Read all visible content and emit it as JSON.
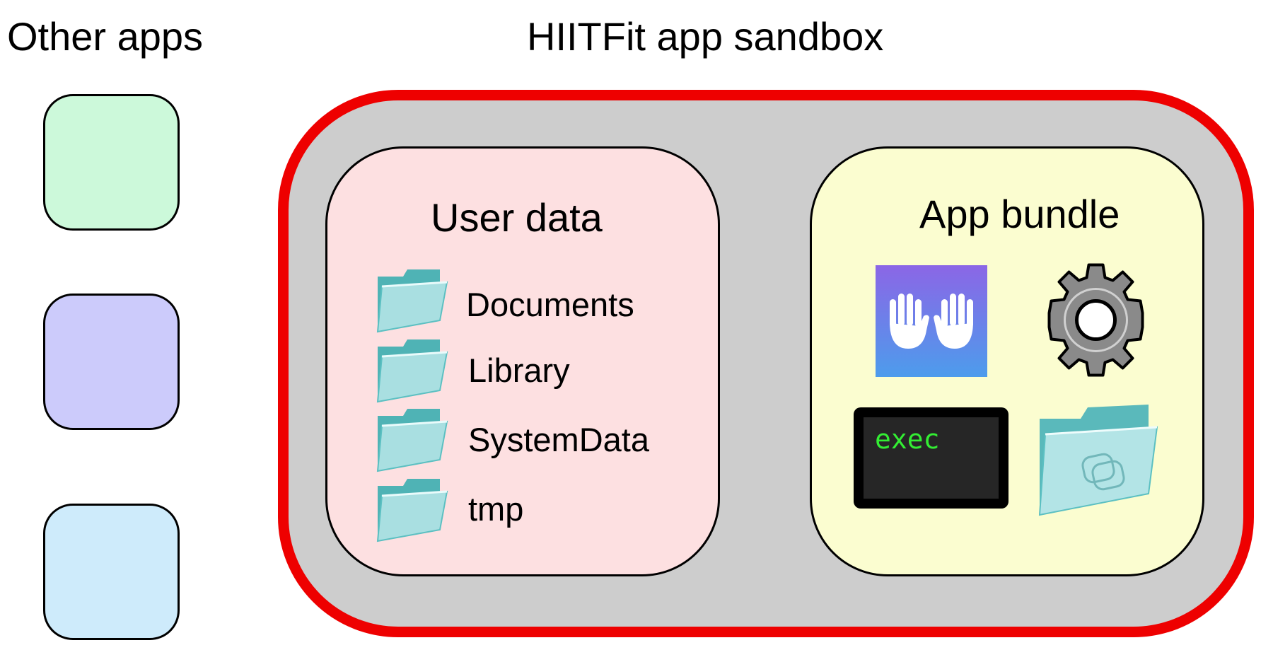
{
  "headings": {
    "other_apps": "Other apps",
    "sandbox": "HIITFit app sandbox"
  },
  "other_apps": [
    {
      "icon": "app-placeholder",
      "color": "#ccf9da"
    },
    {
      "icon": "app-placeholder",
      "color": "#cccbfb"
    },
    {
      "icon": "app-placeholder",
      "color": "#ceebfb"
    }
  ],
  "sandbox": {
    "border_color": "#ee0000",
    "fill_color": "#cdcdcd",
    "user_data": {
      "title": "User data",
      "fill_color": "#fde0e1",
      "folders": [
        {
          "label": "Documents",
          "icon": "folder-icon"
        },
        {
          "label": "Library",
          "icon": "folder-icon"
        },
        {
          "label": "SystemData",
          "icon": "folder-icon"
        },
        {
          "label": "tmp",
          "icon": "folder-icon"
        }
      ]
    },
    "app_bundle": {
      "title": "App bundle",
      "fill_color": "#fbfdd0",
      "items": [
        {
          "icon": "app-icon-hands"
        },
        {
          "icon": "gear-icon"
        },
        {
          "icon": "terminal-icon",
          "label": "exec",
          "label_color": "#33ee33"
        },
        {
          "icon": "resources-folder-icon"
        }
      ]
    }
  }
}
